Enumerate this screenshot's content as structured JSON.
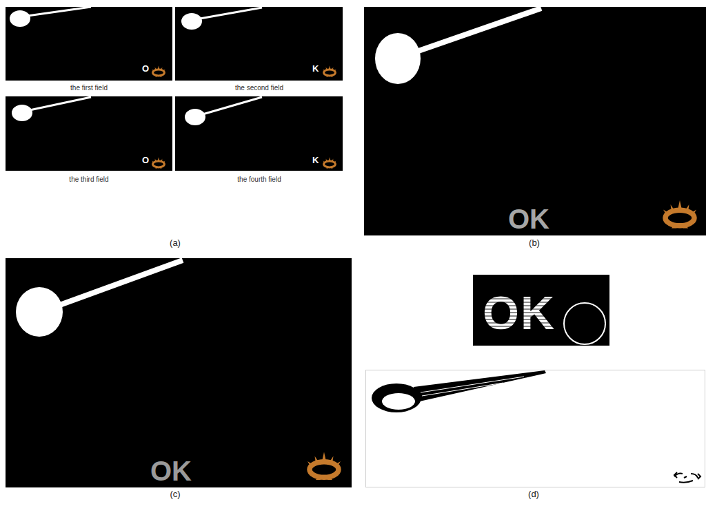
{
  "diagram": {
    "labels": [
      "O",
      "the first field",
      "K",
      "the second field",
      "O",
      "the third field",
      "K",
      "the fourth field",
      "(a)",
      "OK",
      "(b)",
      "OK",
      "(c)",
      "OK",
      "(d)"
    ]
  }
}
